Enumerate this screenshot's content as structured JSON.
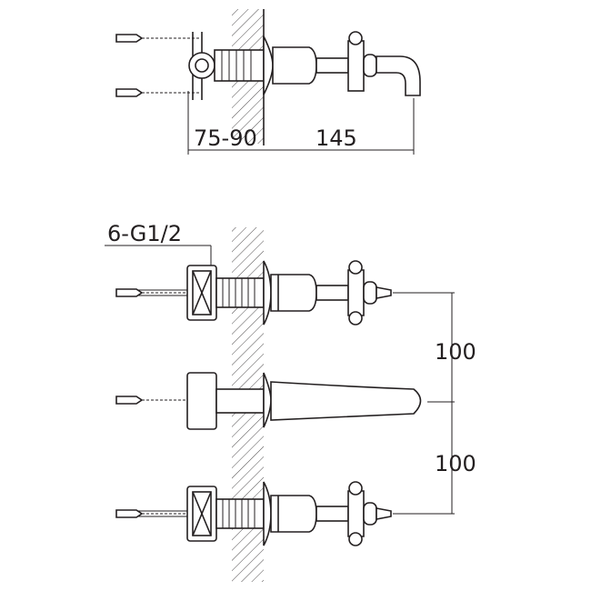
{
  "dimensions": {
    "wall_depth": "75-90",
    "spout_projection": "145",
    "connection": "6-G1/2",
    "spacing_upper": "100",
    "spacing_lower": "100"
  },
  "colors": {
    "line": "#231f20",
    "background": "#ffffff"
  }
}
